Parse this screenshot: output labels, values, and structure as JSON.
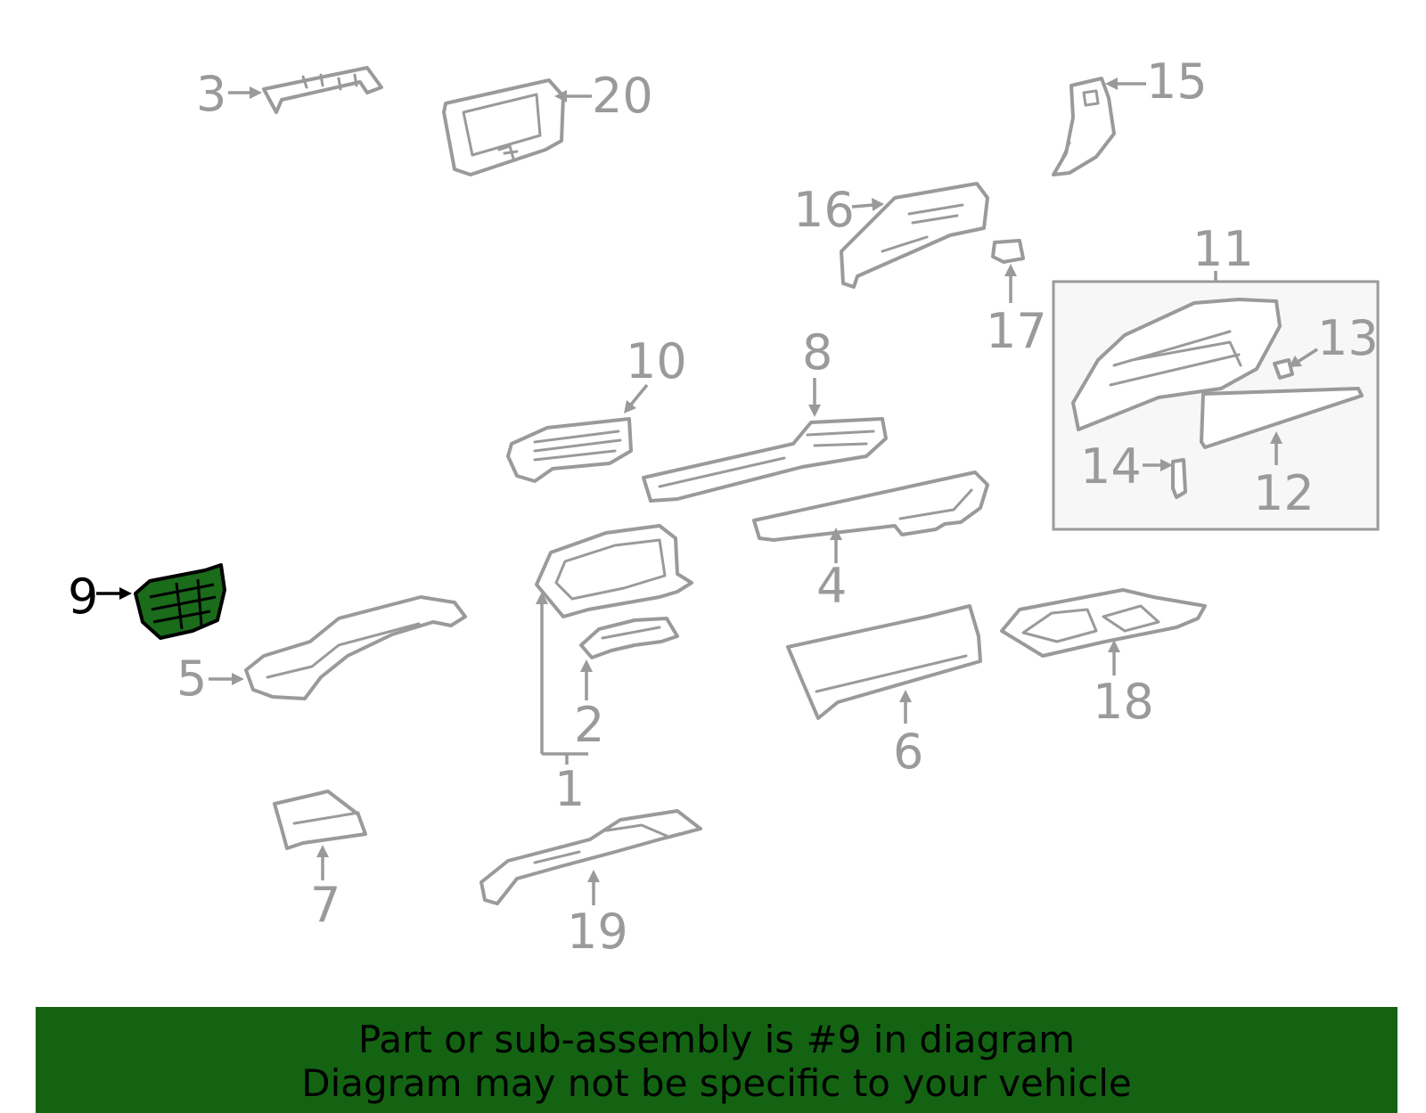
{
  "diagram": {
    "highlight_color": "#1a6b1a",
    "line_color": "#9a9a9a",
    "callouts": [
      "1",
      "2",
      "3",
      "4",
      "5",
      "6",
      "7",
      "8",
      "9",
      "10",
      "11",
      "12",
      "13",
      "14",
      "15",
      "16",
      "17",
      "18",
      "19",
      "20"
    ],
    "selected_callout": "9"
  },
  "banner": {
    "line1": "Part or sub-assembly is #9 in diagram",
    "line2": "Diagram may not be specific to your vehicle",
    "background": "#136313"
  }
}
